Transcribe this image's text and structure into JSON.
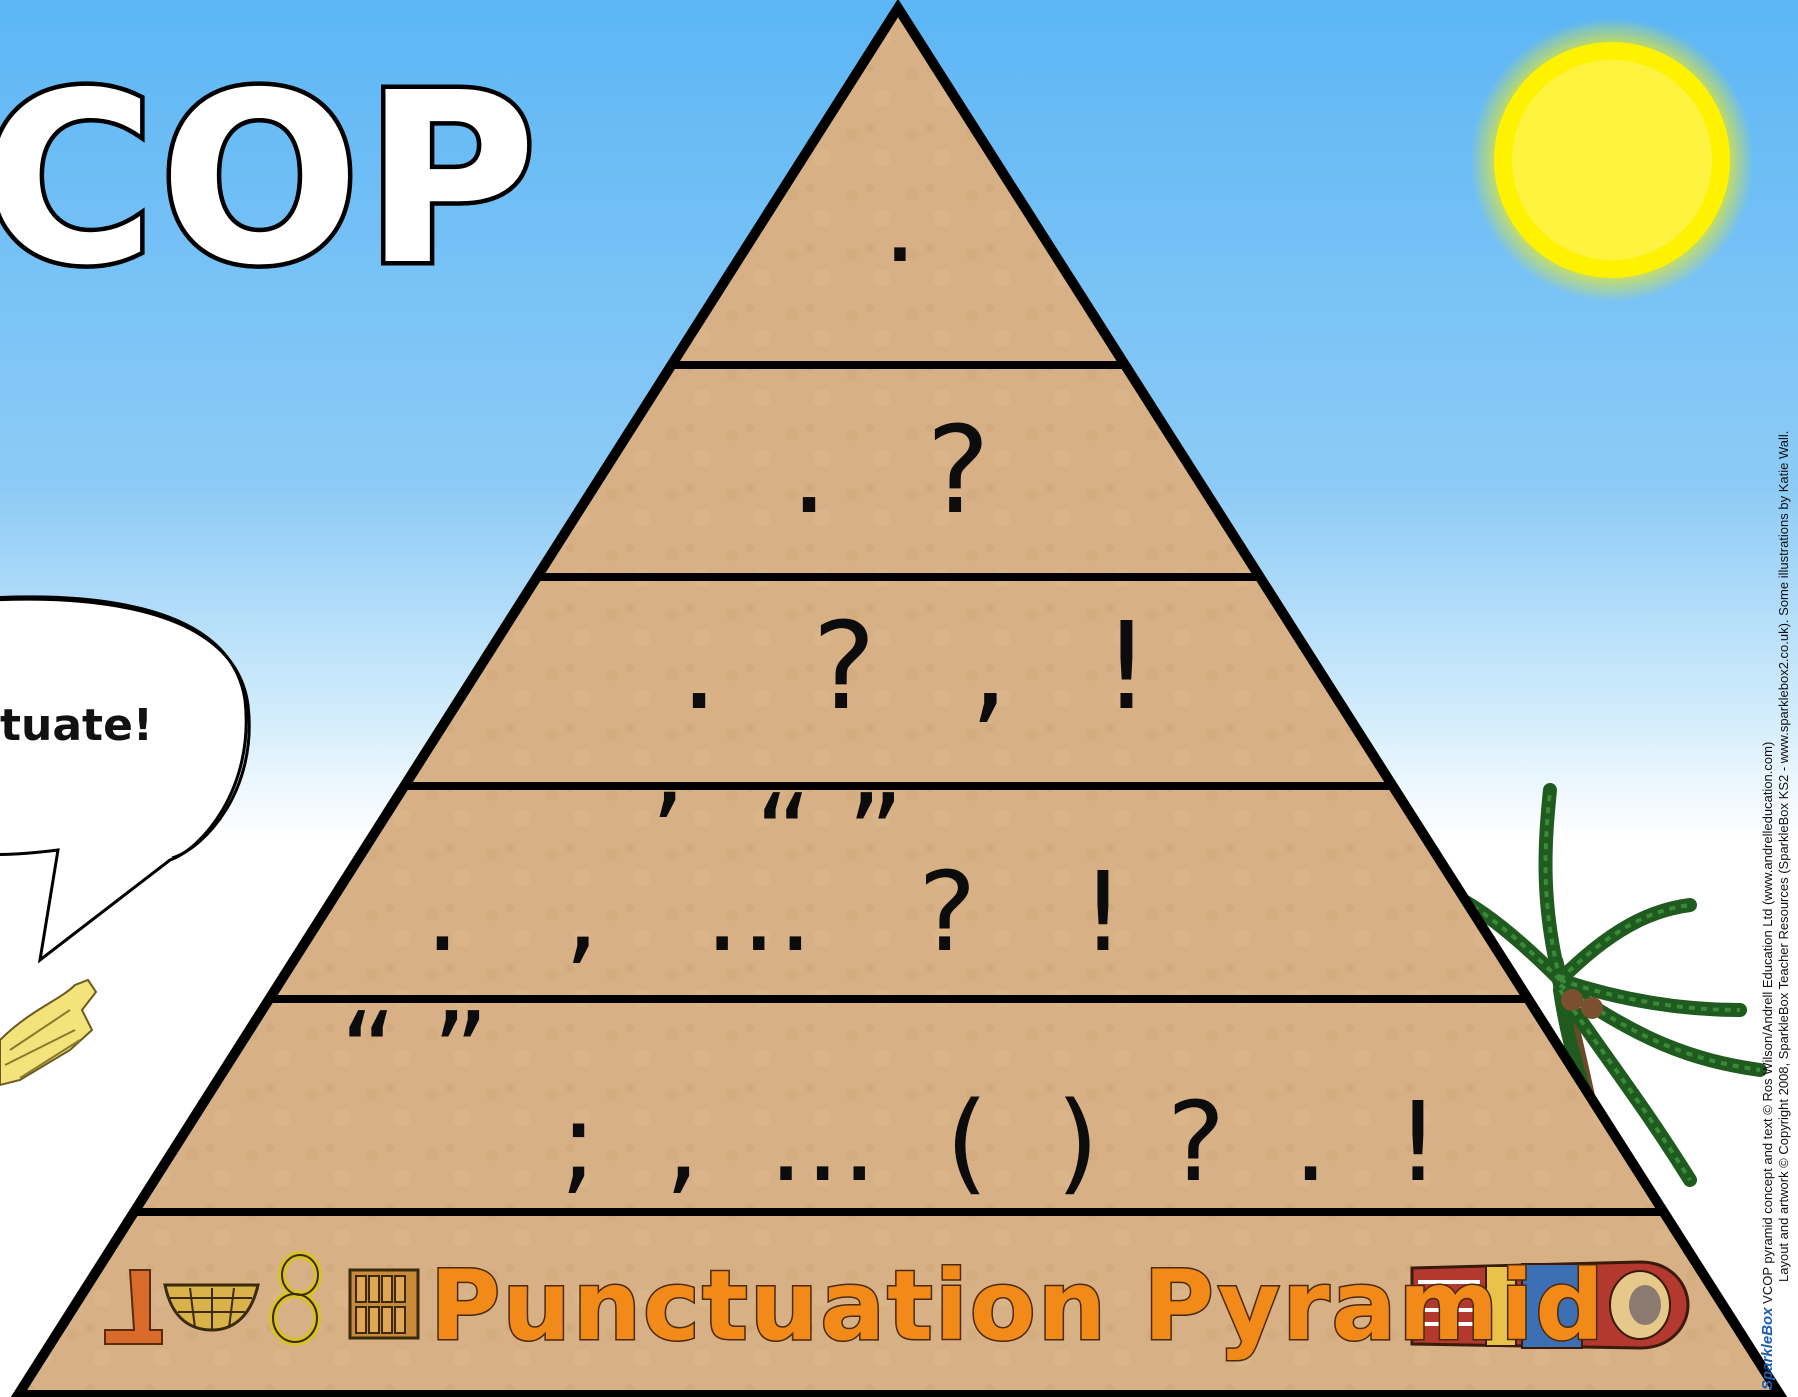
{
  "header": {
    "title": "COP"
  },
  "speech_bubble": {
    "text": "tuate!"
  },
  "pyramid": {
    "tiers": [
      {
        "symbols": "."
      },
      {
        "symbols": ". ?"
      },
      {
        "symbols": ". ? , !"
      },
      {
        "top_row": "’  “ ”",
        "bottom_row": ". , … ? !"
      },
      {
        "top_row": "“ ”",
        "bottom_row": "; , … ( ) ? . !"
      }
    ],
    "base_title": "Punctuation Pyramid"
  },
  "credits": {
    "brand": "SparkleBox",
    "line1": "VCOP pyramid concept and text © Ros Wilson/Andrell Education Ltd (www.andrelleducation.com)",
    "line2": "Layout and artwork © Copyright 2008, SparkleBox Teacher Resources (SparkleBox KS2 - www.sparklebox2.co.uk).   Some illustrations by Katie Wall."
  },
  "icons": [
    "sun-icon",
    "palm-tree-icon",
    "mummy-hand-icon",
    "hieroglyph-leg-icon",
    "hieroglyph-basket-icon",
    "hieroglyph-rope-icon",
    "hieroglyph-grid-icon",
    "sarcophagus-icon"
  ],
  "colors": {
    "sky_top": "#5cb6f5",
    "sand": "#d7b185",
    "sun": "#fff200",
    "title_orange": "#f28a1a"
  }
}
